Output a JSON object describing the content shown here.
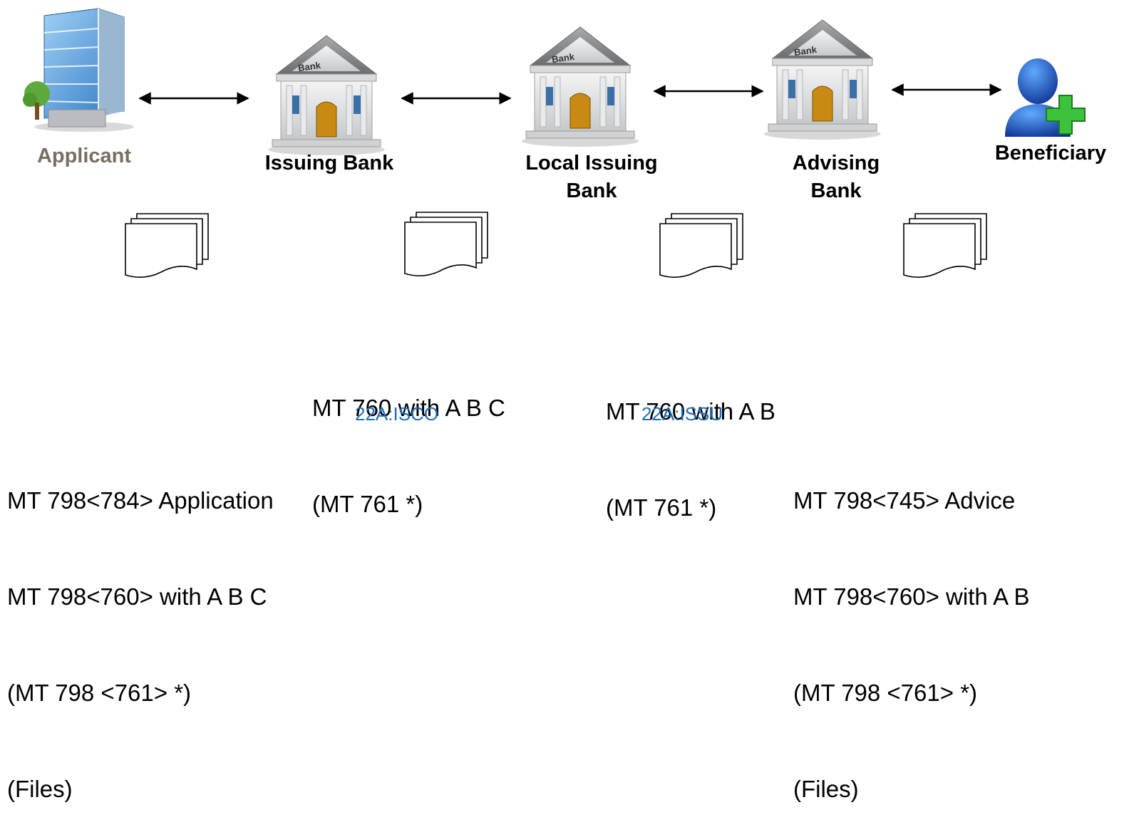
{
  "nodes": {
    "applicant": {
      "label": "Applicant",
      "color": "#7a6e62"
    },
    "issuing_bank": {
      "label": "Issuing Bank"
    },
    "local_issuing_bank": {
      "label_line1": "Local Issuing",
      "label_line2": "Bank"
    },
    "advising_bank": {
      "label_line1": "Advising",
      "label_line2": "Bank"
    },
    "beneficiary": {
      "label": "Beneficiary"
    }
  },
  "bank_sign": "Bank",
  "messages": {
    "issuing_to_local": {
      "line1": "MT 760 with A B C",
      "line2": "(MT 761 *)",
      "tag": "22A:ISCO"
    },
    "local_to_advising": {
      "line1": "MT 760 with A B",
      "line2": "(MT 761 *)",
      "tag": "22A:ISSU"
    },
    "applicant_side": {
      "line1": "MT 798<784> Application",
      "line2": "MT 798<760> with A B C",
      "line3": "(MT 798 <761> *)",
      "line4": "(Files)"
    },
    "beneficiary_side": {
      "line1": "MT 798<745> Advice",
      "line2": "MT 798<760> with A B",
      "line3": "(MT 798 <761> *)",
      "line4": "(Files)"
    }
  },
  "colors": {
    "tag_blue": "#1f6eb8",
    "applicant_label": "#7a6e62",
    "arrow": "#000000"
  }
}
